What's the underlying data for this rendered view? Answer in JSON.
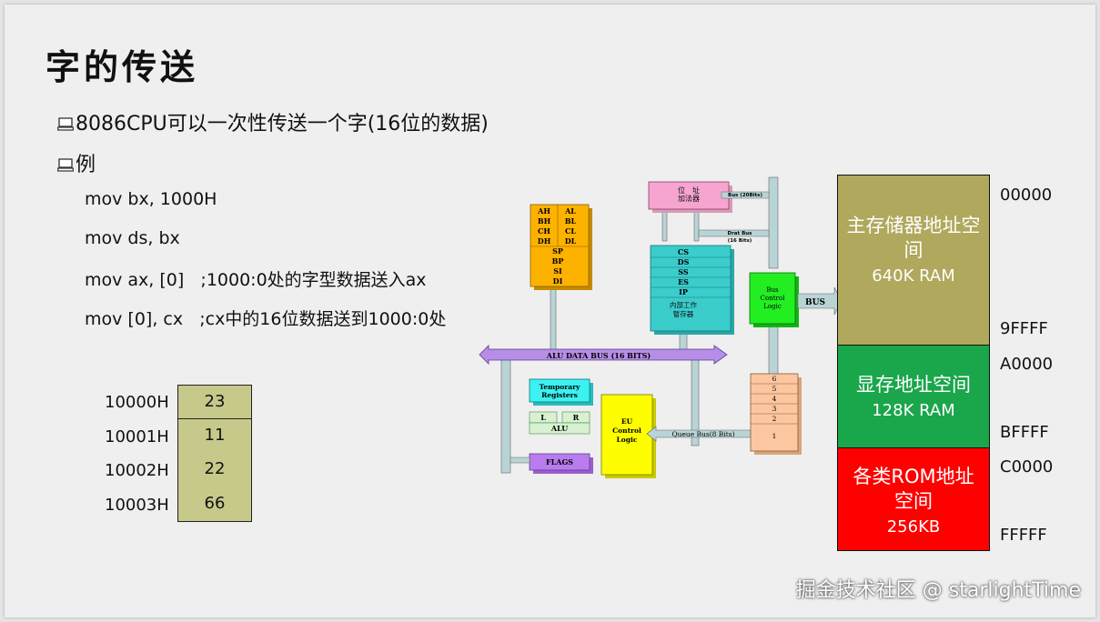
{
  "title": "字的传送",
  "bullets": {
    "b1": "8086CPU可以一次性传送一个字(16位的数据)",
    "b2": "例"
  },
  "code": [
    "mov bx, 1000H",
    "mov ds, bx",
    "mov ax, [0]   ;1000:0处的字型数据送入ax",
    "mov [0], cx   ;cx中的16位数据送到1000:0处"
  ],
  "memory": [
    {
      "addr": "10000H",
      "value": "23"
    },
    {
      "addr": "10001H",
      "value": "11"
    },
    {
      "addr": "10002H",
      "value": "22"
    },
    {
      "addr": "10003H",
      "value": "66"
    }
  ],
  "cpu": {
    "registers": [
      [
        "AH",
        "AL"
      ],
      [
        "BH",
        "BL"
      ],
      [
        "CH",
        "CL"
      ],
      [
        "DH",
        "DL"
      ]
    ],
    "pointers": [
      "SP",
      "BP",
      "SI",
      "DI"
    ],
    "addr_adder": "位　址\n加法器",
    "segments": [
      "CS",
      "DS",
      "SS",
      "ES",
      "IP"
    ],
    "internal_regs": "内部工作\n暫存器",
    "bus_20": "Bus (20Bits)",
    "data_bus": "Drat Bus\n(16 Bits)",
    "bus_control": "Bus\nControl\nLogic",
    "bus": "BUS",
    "alu_bus": "ALU DATA BUS (16 BITS)",
    "temp_regs": "Temporary\nRegisters",
    "alu_l": "L",
    "alu_r": "R",
    "alu": "ALU",
    "flags": "FLAGS",
    "eu_control": "EU\nControl\nLogic",
    "queue_bus": "Queue  Bus(8 Bits)",
    "queue": [
      "6",
      "5",
      "4",
      "3",
      "2",
      "1"
    ]
  },
  "memory_map": [
    {
      "name": "主存储器地址空间",
      "size": "640K RAM",
      "color": "#b0a85c",
      "start": "00000",
      "end": "9FFFF"
    },
    {
      "name": "显存地址空间",
      "size": "128K RAM",
      "color": "#1aa64b",
      "start": "A0000",
      "end": "BFFFF"
    },
    {
      "name": "各类ROM地址空间",
      "size": "256KB",
      "color": "#fe0000",
      "start": "C0000",
      "end": "FFFFF"
    }
  ],
  "watermark": "掘金技术社区 @ starlightTime"
}
